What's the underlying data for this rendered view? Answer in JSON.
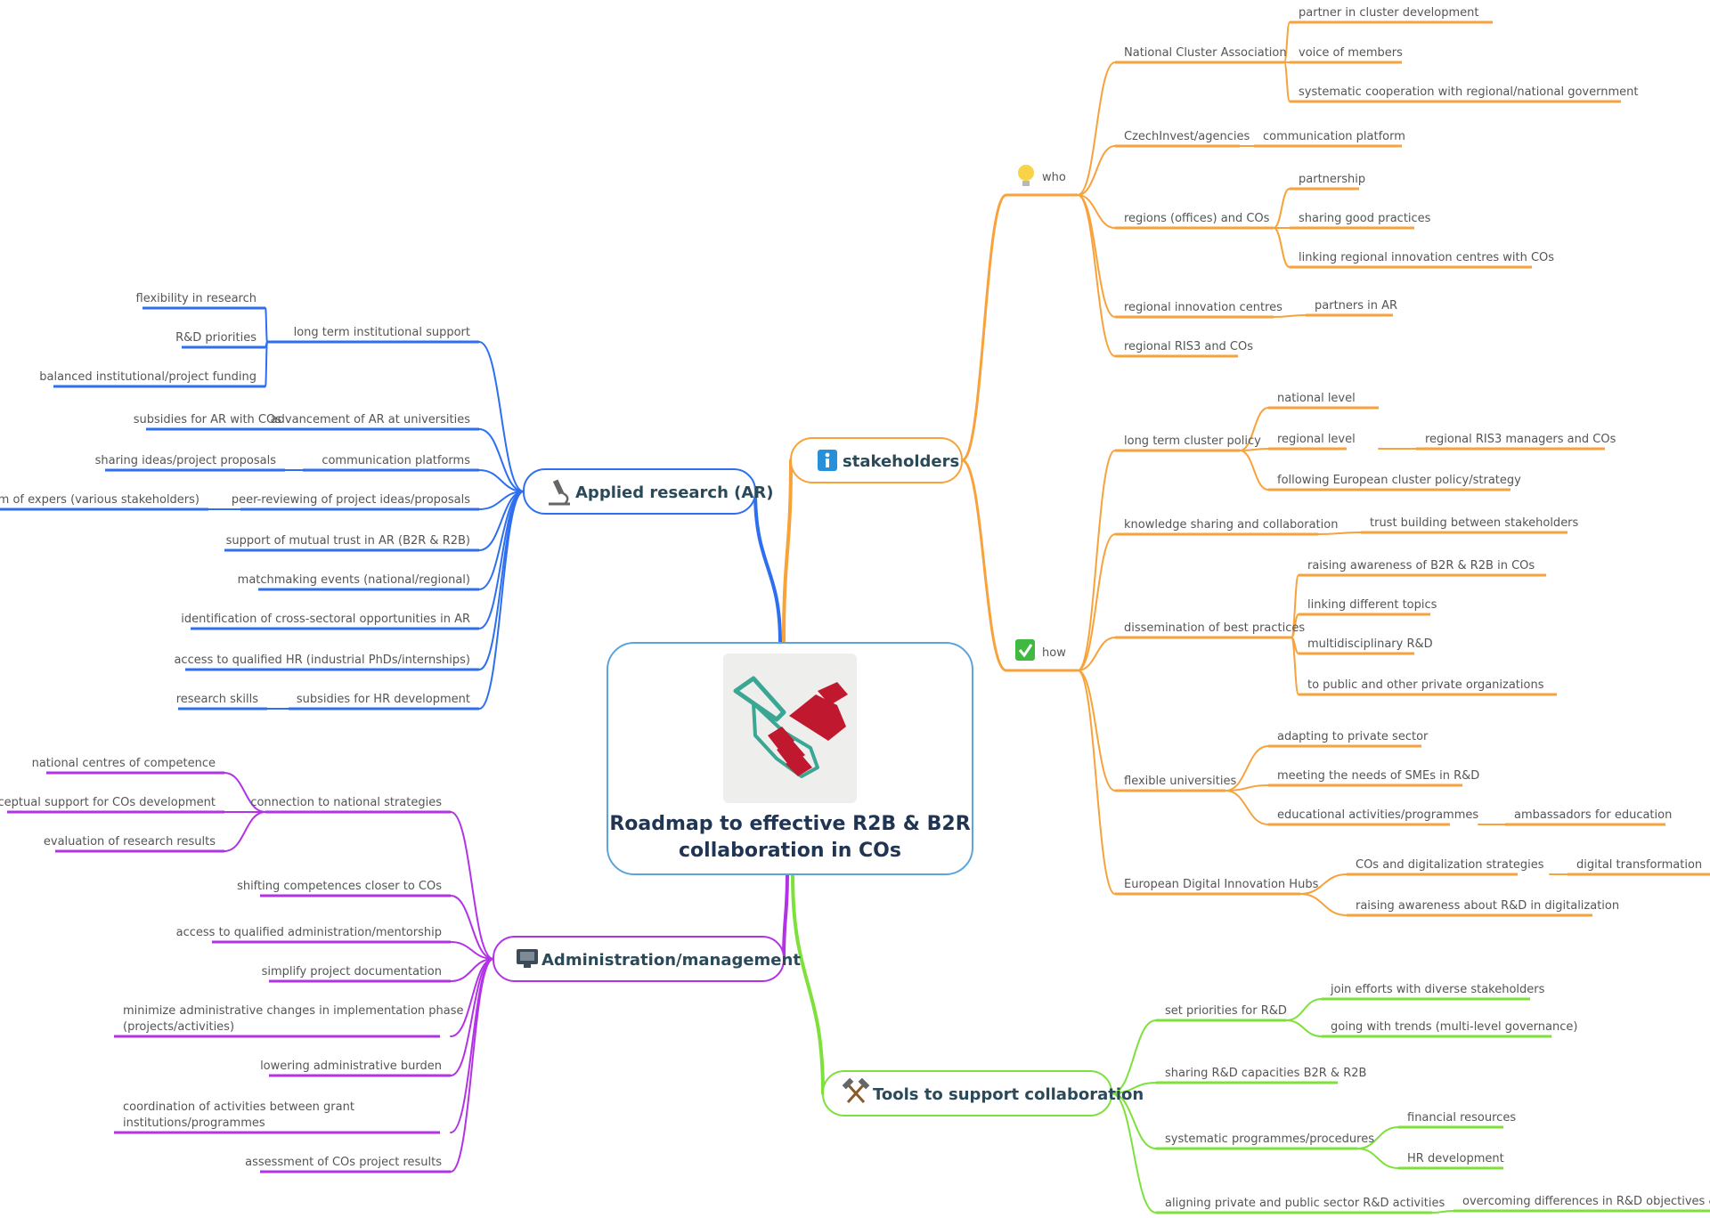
{
  "central": {
    "line1": "Roadmap to effective R2B & B2R",
    "line2": "collaboration in COs",
    "image_icon": "handshake-icon"
  },
  "colors": {
    "stakeholders": "#f7a23b",
    "applied_research": "#2d6ff0",
    "administration": "#b233e6",
    "tools": "#7ee03a",
    "center_border": "#5aa5dd",
    "center_text": "#1f3553"
  },
  "branches": {
    "stakeholders": {
      "label": "stakeholders",
      "icon": "info-icon",
      "who": {
        "label": "who",
        "icon": "lightbulb-icon",
        "items": [
          {
            "label": "National Cluster Association",
            "children": [
              "partner in cluster development",
              "voice of members",
              "systematic cooperation with regional/national government"
            ]
          },
          {
            "label": "CzechInvest/agencies",
            "children": [
              "communication platform"
            ]
          },
          {
            "label": "regions (offices) and COs",
            "children": [
              "partnership",
              "sharing good practices",
              "linking regional innovation centres with COs"
            ]
          },
          {
            "label": "regional innovation centres",
            "children": [
              "partners in AR"
            ]
          },
          {
            "label": "regional RIS3 and COs",
            "children": []
          }
        ]
      },
      "how": {
        "label": "how",
        "icon": "checkmark-icon",
        "items": [
          {
            "label": "long term cluster policy",
            "children": [
              "national level",
              "regional level",
              "following European cluster policy/strategy"
            ],
            "grandchild": "regional RIS3 managers and COs"
          },
          {
            "label": "knowledge sharing and collaboration",
            "children": [
              "trust building between stakeholders"
            ]
          },
          {
            "label": "dissemination of best practices",
            "children": [
              "raising awareness of B2R & R2B in COs",
              "linking different topics",
              "multidisciplinary R&D",
              "to public and other private organizations"
            ]
          },
          {
            "label": "flexible universities",
            "children": [
              "adapting to private sector",
              "meeting the needs of SMEs in R&D",
              "educational activities/programmes"
            ],
            "grandchild": "ambassadors for education"
          },
          {
            "label": "European Digital Innovation Hubs",
            "children": [
              "COs and digitalization strategies",
              "raising awareness about R&D in digitalization"
            ],
            "grandchild": "digital transformation"
          }
        ]
      }
    },
    "applied_research": {
      "label": "Applied research (AR)",
      "icon": "microscope-icon",
      "items": [
        {
          "label": "long term institutional support",
          "children": [
            "flexibility in research",
            "R&D priorities",
            "balanced institutional/project funding"
          ]
        },
        {
          "label": "advancement of AR at universities",
          "children": [
            "subsidies for AR with COs"
          ]
        },
        {
          "label": "communication platforms",
          "children": [
            "sharing ideas/project proposals"
          ]
        },
        {
          "label": "peer-reviewing of project ideas/proposals",
          "children": [
            "forum of expers (various stakeholders)"
          ]
        },
        {
          "label": "support of mutual trust in AR (B2R & R2B)",
          "children": []
        },
        {
          "label": "matchmaking events (national/regional)",
          "children": []
        },
        {
          "label": "identification of cross-sectoral opportunities in AR",
          "children": []
        },
        {
          "label": "access to qualified HR (industrial PhDs/internships)",
          "children": []
        },
        {
          "label": "subsidies for HR development",
          "children": [
            "research skills"
          ]
        }
      ]
    },
    "administration": {
      "label": "Administration/management",
      "icon": "monitor-icon",
      "items": [
        {
          "label": "connection to national strategies",
          "children": [
            "national centres of competence",
            "conceptual support for COs development",
            "evaluation of research results"
          ]
        },
        {
          "label": "shifting competences closer to COs",
          "children": []
        },
        {
          "label": "access to qualified administration/mentorship",
          "children": []
        },
        {
          "label": "simplify project documentation",
          "children": []
        },
        {
          "label": "minimize administrative changes in implementation phase",
          "label2": "(projects/activities)",
          "children": []
        },
        {
          "label": "lowering administrative burden",
          "children": []
        },
        {
          "label": "coordination of activities between grant",
          "label2": "institutions/programmes",
          "children": []
        },
        {
          "label": "assessment of COs project results",
          "children": []
        }
      ]
    },
    "tools": {
      "label": "Tools to support collaboration",
      "icon": "tools-icon",
      "items": [
        {
          "label": "set priorities for R&D",
          "children": [
            "join efforts with diverse stakeholders",
            "going with trends (multi-level governance)"
          ]
        },
        {
          "label": "sharing R&D capacities B2R & R2B",
          "children": []
        },
        {
          "label": "systematic programmes/procedures",
          "children": [
            "financial resources",
            "HR development"
          ]
        },
        {
          "label": "aligning private and public sector R&D activities",
          "children": [
            "overcoming differences in R&D objectives & tim"
          ]
        }
      ]
    }
  }
}
